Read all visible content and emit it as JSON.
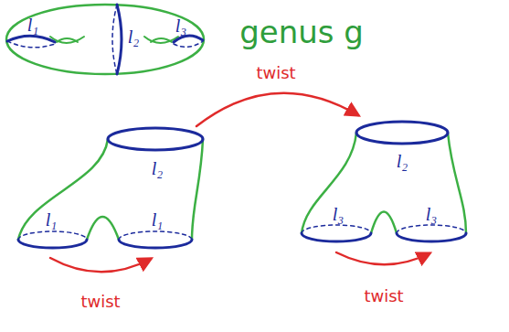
{
  "diagram": {
    "labels": [
      "l₁",
      "l₂",
      "l₃",
      "genus g",
      "twist",
      "l₂",
      "l₂",
      "l₁",
      "l₁",
      "l₃",
      "l₃",
      "twist",
      "twist"
    ]
  }
}
